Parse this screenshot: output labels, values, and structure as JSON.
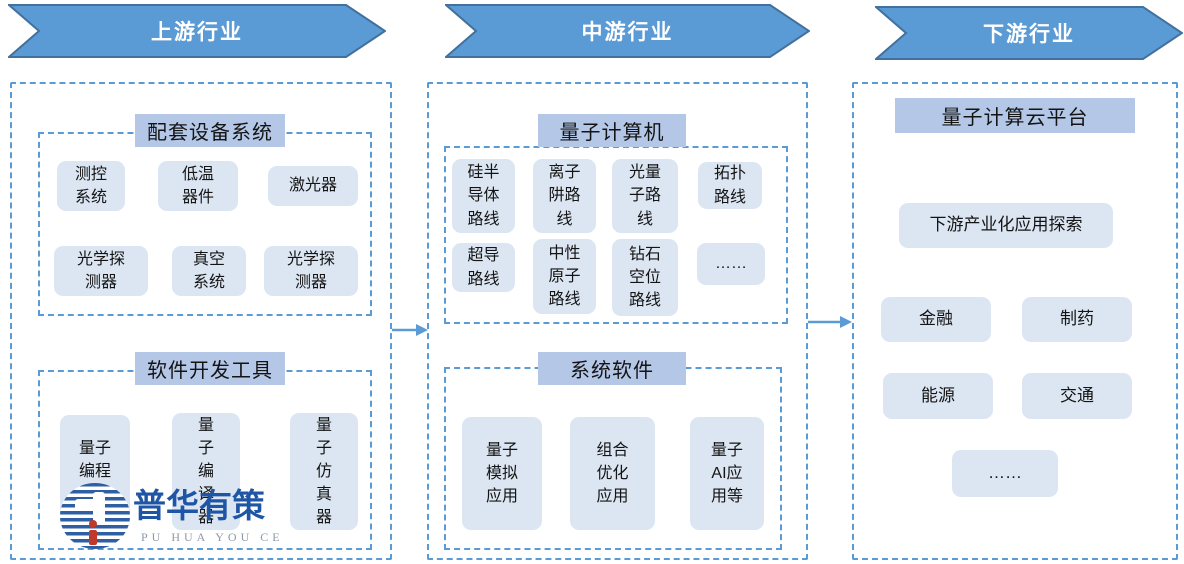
{
  "stages": [
    {
      "label": "上游行业"
    },
    {
      "label": "中游行业"
    },
    {
      "label": "下游行业"
    }
  ],
  "upstream": {
    "group1": {
      "title": "配套设备系统",
      "items": [
        "测控\n系统",
        "低温\n器件",
        "激光器",
        "光学探\n测器",
        "真空\n系统",
        "光学探\n测器"
      ]
    },
    "group2": {
      "title": "软件开发工具",
      "items": [
        "量子\n编程\n语言",
        "量\n子\n编\n译\n器",
        "量\n子\n仿\n真\n器"
      ]
    }
  },
  "midstream": {
    "group1": {
      "title": "量子计算机",
      "items": [
        "硅半\n导体\n路线",
        "离子\n阱路\n线",
        "光量\n子路\n线",
        "拓扑\n路线",
        "超导\n路线",
        "中性\n原子\n路线",
        "钻石\n空位\n路线",
        "……"
      ]
    },
    "group2": {
      "title": "系统软件",
      "items": [
        "量子\n模拟\n应用",
        "组合\n优化\n应用",
        "量子\nAI应\n用等"
      ]
    }
  },
  "downstream": {
    "title": "量子计算云平台",
    "explore": "下游产业化应用探索",
    "items": [
      "金融",
      "制药",
      "能源",
      "交通",
      "……"
    ]
  },
  "logo": {
    "name": "普华有策",
    "sub": "PU HUA YOU CE"
  },
  "colors": {
    "arrow_fill": "#5B9BD5",
    "arrow_border": "#41719C",
    "header_fill": "#B4C7E7",
    "item_fill": "#DCE6F2",
    "dash_border": "#5B9BD5",
    "logo_blue": "#1F55A5",
    "logo_red": "#C0392B"
  }
}
